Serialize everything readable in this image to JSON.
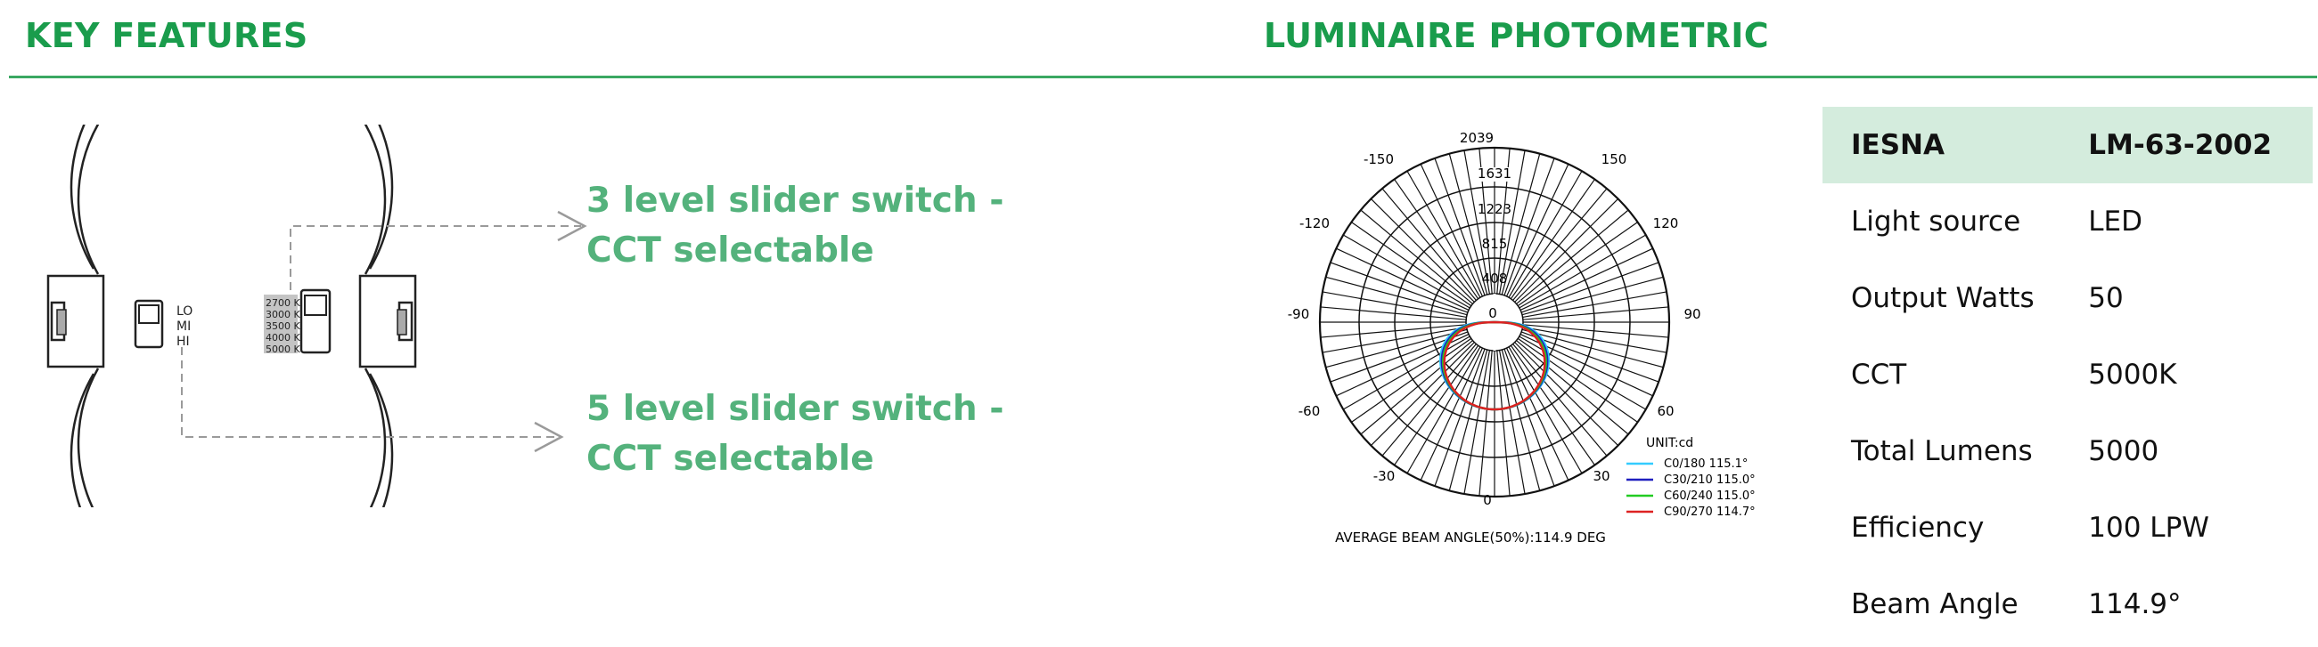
{
  "headings": {
    "key_features": "KEY FEATURES",
    "photometric": "LUMINAIRE PHOTOMETRIC"
  },
  "features": [
    {
      "line1": "3 level slider switch -",
      "line2": "CCT selectable"
    },
    {
      "line1": "5 level slider switch -",
      "line2": "CCT selectable"
    }
  ],
  "switch_labels": {
    "power_levels": [
      "LO",
      "MI",
      "HI"
    ],
    "cct_levels": [
      "2700 K",
      "3000 K",
      "3500 K",
      "4000 K",
      "5000 K"
    ]
  },
  "polar": {
    "ring_values": [
      "2039",
      "1631",
      "1223",
      "815",
      "408",
      "0"
    ],
    "angle_labels": [
      "-150",
      "150",
      "-120",
      "120",
      "-90",
      "90",
      "-60",
      "60",
      "-30",
      "30",
      "0"
    ],
    "unit": "UNIT:cd",
    "legend": [
      {
        "name": "C0/180 115.1°",
        "color": "#33ccff"
      },
      {
        "name": "C30/210 115.0°",
        "color": "#1f1fbf"
      },
      {
        "name": "C60/240 115.0°",
        "color": "#22cc22"
      },
      {
        "name": "C90/270 114.7°",
        "color": "#dd2222"
      }
    ],
    "caption": "AVERAGE BEAM ANGLE(50%):114.9 DEG"
  },
  "specs": {
    "header": {
      "label": "IESNA",
      "value": "LM-63-2002"
    },
    "rows": [
      {
        "label": "Light source",
        "value": "LED"
      },
      {
        "label": "Output Watts",
        "value": "50"
      },
      {
        "label": "CCT",
        "value": "5000K"
      },
      {
        "label": "Total Lumens",
        "value": "5000"
      },
      {
        "label": "Efficiency",
        "value": "100 LPW"
      },
      {
        "label": "Beam Angle",
        "value": "114.9°"
      }
    ]
  },
  "colors": {
    "brand_green": "#1a9c4c",
    "feature_green": "#54b27c",
    "table_header_bg": "#d4ecdd"
  }
}
